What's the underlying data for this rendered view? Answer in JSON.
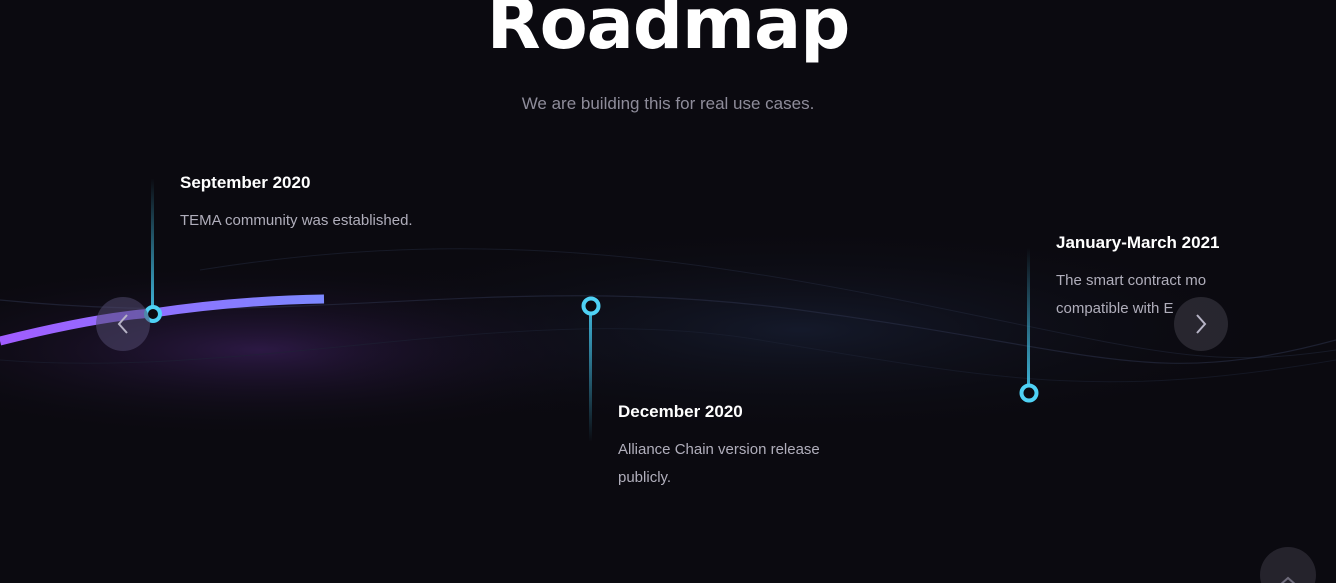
{
  "header": {
    "title": "Roadmap",
    "subtitle": "We are building this for real use cases."
  },
  "milestones": [
    {
      "date": "September 2020",
      "description": "TEMA community was established."
    },
    {
      "date": "December 2020",
      "description": "Alliance Chain version release publicly."
    },
    {
      "date": "January-March 2021",
      "description": "The smart contract mo compatible with E"
    }
  ],
  "colors": {
    "background": "#0b0a10",
    "accent_cyan": "#4fd2f5",
    "progress_purple": "#a066ff",
    "progress_blue": "#7d86ff"
  },
  "icons": {
    "prev": "chevron-left-icon",
    "next": "chevron-right-icon",
    "scroll_top": "chevron-up-icon"
  }
}
